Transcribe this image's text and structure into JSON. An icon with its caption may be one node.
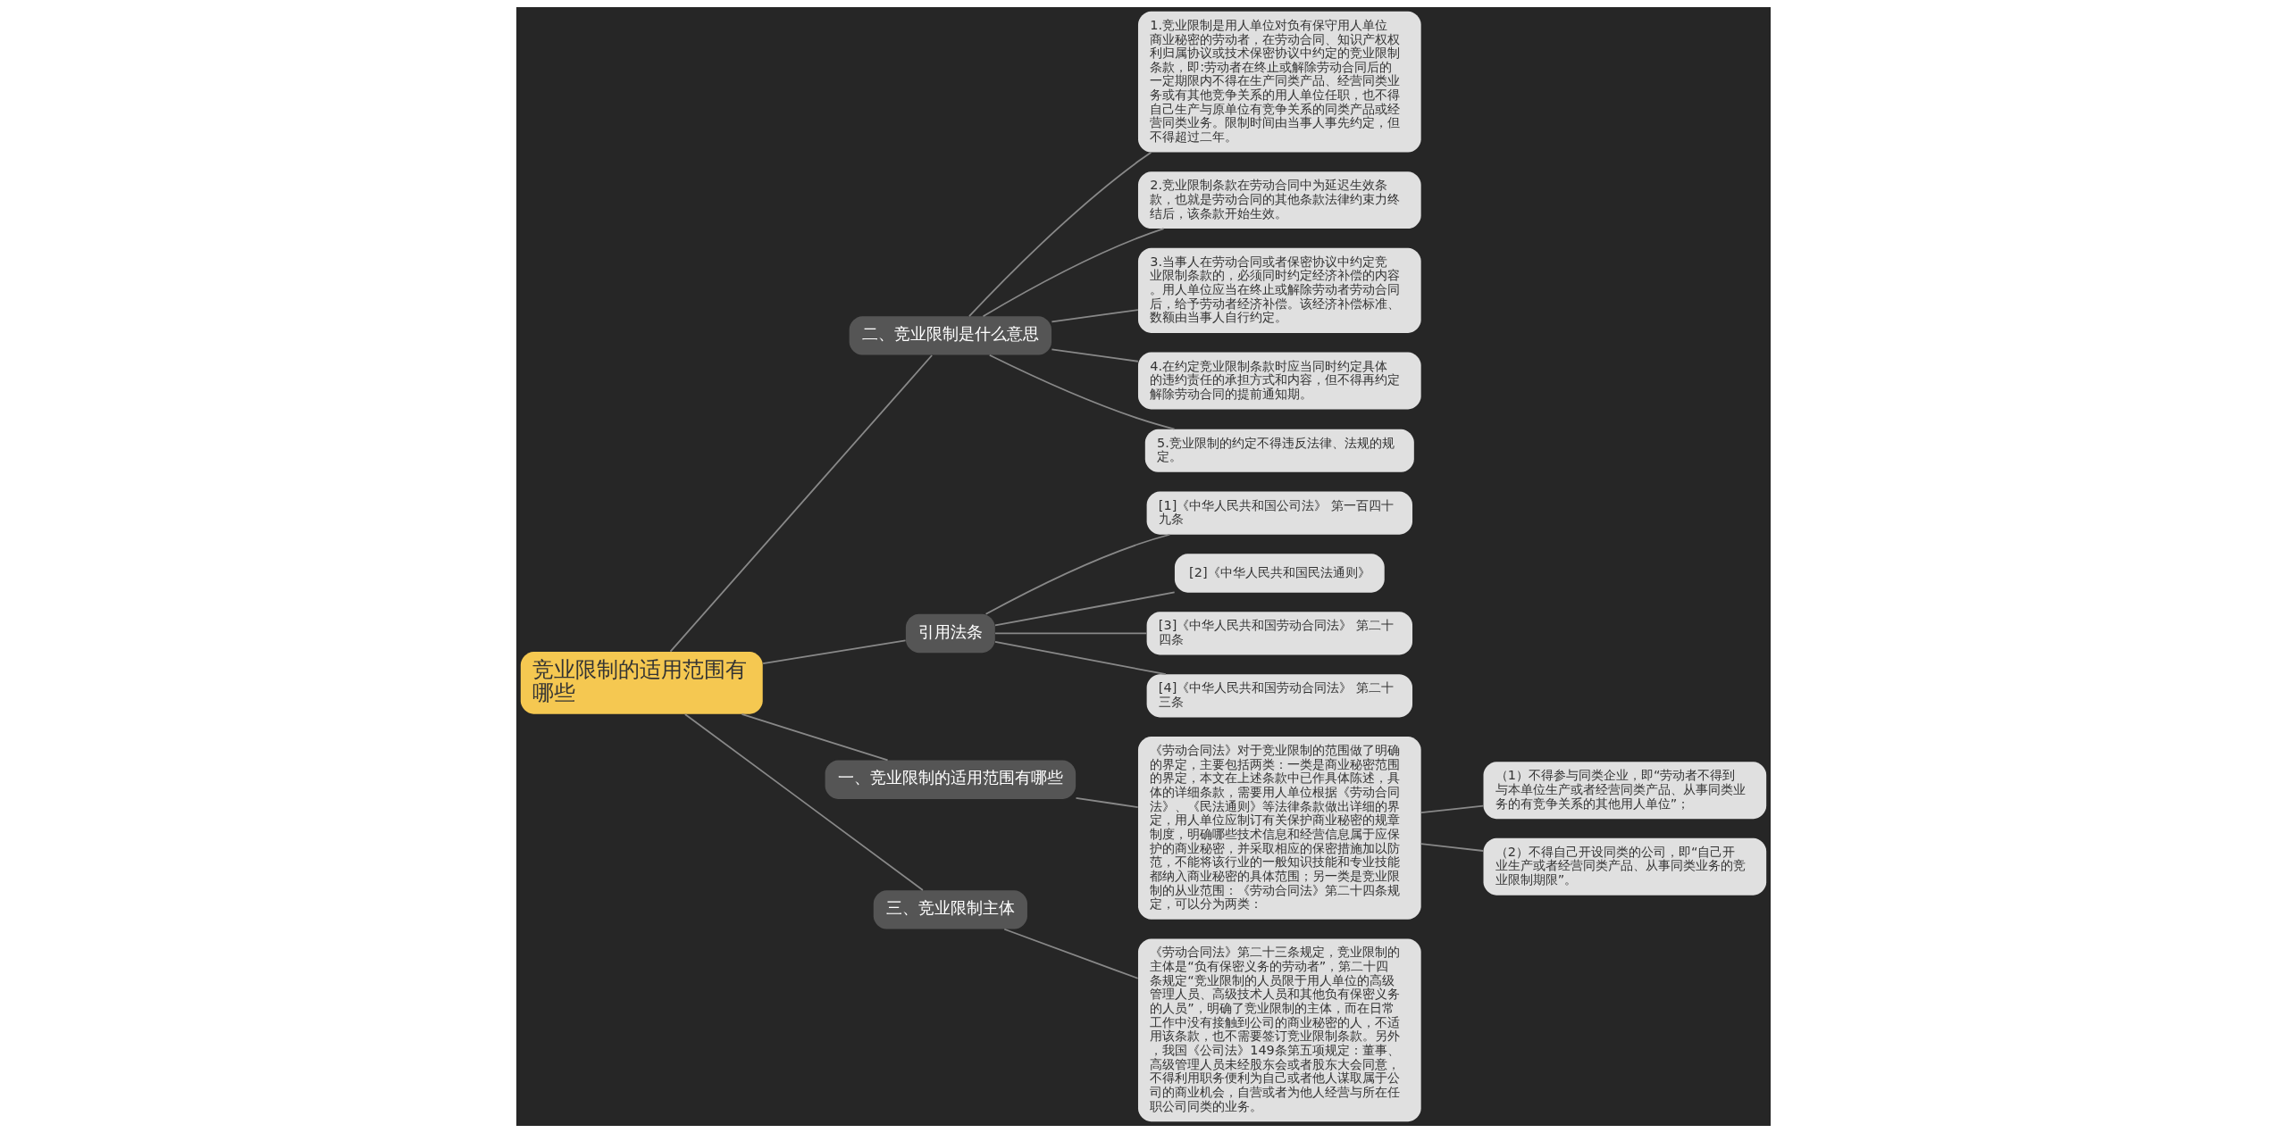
{
  "diagram": {
    "nodes": [
      {
        "text": [
          "竞业限制的适用范围有哪些"
        ]
      },
      {
        "text": [
          "二、竞业限制是什么意思"
        ]
      },
      {
        "text": [
          "1.竞业限制是用人单位对负有保守用人单位商业秘密的劳动者，在劳动合同、知识产权权利归属协议或技术保密协议中约定的竞业限制条款，即:劳动者在终止或解除劳动合同后的一定期限内不得在生产同类产品、经营同类业务或有其他竞争关系的用人单位任职，也不得自己生产与原单位有竞争关系的同类产品或经营同类业务。限制时间由当事人事先约定，但不得超过二年。"
        ]
      },
      {
        "text": [
          "2.竞业限制条款在劳动合同中为延迟生效条款，也就是劳动合同的其他条款法律约束力终结后，该条款开始生效。"
        ]
      },
      {
        "text": [
          "3.当事人在劳动合同或者保密协议中约定竞业限制条款的，必须同时约定经济补偿的内容。用人单位应当在终止或解除劳动者劳动合同后，给予劳动者经济补偿。该经济补偿标准、数额由当事人自行约定。"
        ]
      },
      {
        "text": [
          "4.在约定竞业限制条款时应当同时约定具体的违约责任的承担方式和内容，但不得再约定解除劳动合同的提前通知期。"
        ]
      },
      {
        "text": [
          "5.竞业限制的约定不得违反法律、法规的规定。"
        ]
      },
      {
        "text": [
          "引用法条"
        ]
      },
      {
        "text": [
          "[1]《中华人民共和国公司法》 第一百四十九条"
        ]
      },
      {
        "text": [
          "[2]《中华人民共和国民法通则》"
        ]
      },
      {
        "text": [
          "[3]《中华人民共和国劳动合同法》 第二十四条"
        ]
      },
      {
        "text": [
          "[4]《中华人民共和国劳动合同法》 第二十三条"
        ]
      },
      {
        "text": [
          "一、竞业限制的适用范围有哪些"
        ]
      },
      {
        "text": [
          "《劳动合同法》对于竞业限制的范围做了明确的界定，主要包括两类：一类是商业秘密范围的界定，本文在上述条款中已作具体陈述，具体的详细条款，需要用人单位根据《劳动合同法》、《民法通则》等法律条款做出详细的界定，用人单位应制订有关保护商业秘密的规章制度，明确哪些技术信息和经营信息属于应保护的商业秘密，并采取相应的保密措施加以防范，不能将该行业的一般知识技能和专业技能都纳入商业秘密的具体范围；另一类是竞业限制的从业范围：《劳动合同法》第二十四条规定，可以分为两类："
        ]
      },
      {
        "text": [
          "（1）不得参与同类企业，即“劳动者不得到与本单位生产或者经营同类产品、从事同类业务的有竞争关系的其他用人单位”；"
        ]
      },
      {
        "text": [
          "（2）不得自己开设同类的公司，即“自己开业生产或者经营同类产品、从事同类业务的竞业限制期限”。"
        ]
      },
      {
        "text": [
          "三、竞业限制主体"
        ]
      },
      {
        "text": [
          "《劳动合同法》第二十三条规定，竞业限制的主体是“负有保密义务的劳动者”，第二十四条规定“竞业限制的人员限于用人单位的高级管理人员、高级技术人员和其他负有保密义务的人员”，明确了竞业限制的主体，而在日常工作中没有接触到公司的商业秘密的人，不适用该条款，也不需要签订竞业限制条款。另外，我国《公司法》149条第五项规定：董事、高级管理人员未经股东会或者股东大会同意，不得利用职务便利为自己或者他人谋取属于公司的商业机会，自营或者为他人经营与所在任职公司同类的业务。"
        ]
      }
    ],
    "edges": [
      {
        "from": 0,
        "to": 1,
        "arrow": "none"
      },
      {
        "from": 1,
        "to": 2,
        "arrow": "none"
      },
      {
        "from": 1,
        "to": 3,
        "arrow": "none"
      },
      {
        "from": 1,
        "to": 4,
        "arrow": "none"
      },
      {
        "from": 1,
        "to": 5,
        "arrow": "none"
      },
      {
        "from": 1,
        "to": 6,
        "arrow": "none"
      },
      {
        "from": 0,
        "to": 7,
        "arrow": "none"
      },
      {
        "from": 7,
        "to": 8,
        "arrow": "none"
      },
      {
        "from": 7,
        "to": 9,
        "arrow": "none"
      },
      {
        "from": 7,
        "to": 10,
        "arrow": "none"
      },
      {
        "from": 7,
        "to": 11,
        "arrow": "none"
      },
      {
        "from": 0,
        "to": 12,
        "arrow": "none"
      },
      {
        "from": 12,
        "to": 13,
        "arrow": "none"
      },
      {
        "from": 13,
        "to": 14,
        "arrow": "none"
      },
      {
        "from": 13,
        "to": 15,
        "arrow": "none"
      },
      {
        "from": 0,
        "to": 16,
        "arrow": "none"
      },
      {
        "from": 16,
        "to": 17,
        "arrow": "none"
      }
    ]
  }
}
